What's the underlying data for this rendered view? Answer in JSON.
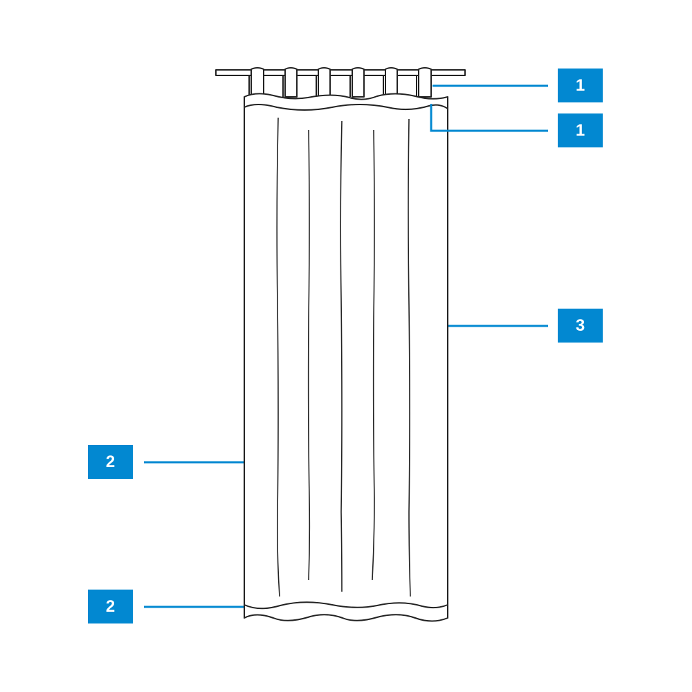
{
  "colors": {
    "accent": "#0288d1",
    "line": "#222222"
  },
  "callouts": [
    {
      "label": "1"
    },
    {
      "label": "1"
    },
    {
      "label": "3"
    },
    {
      "label": "2"
    },
    {
      "label": "2"
    }
  ]
}
